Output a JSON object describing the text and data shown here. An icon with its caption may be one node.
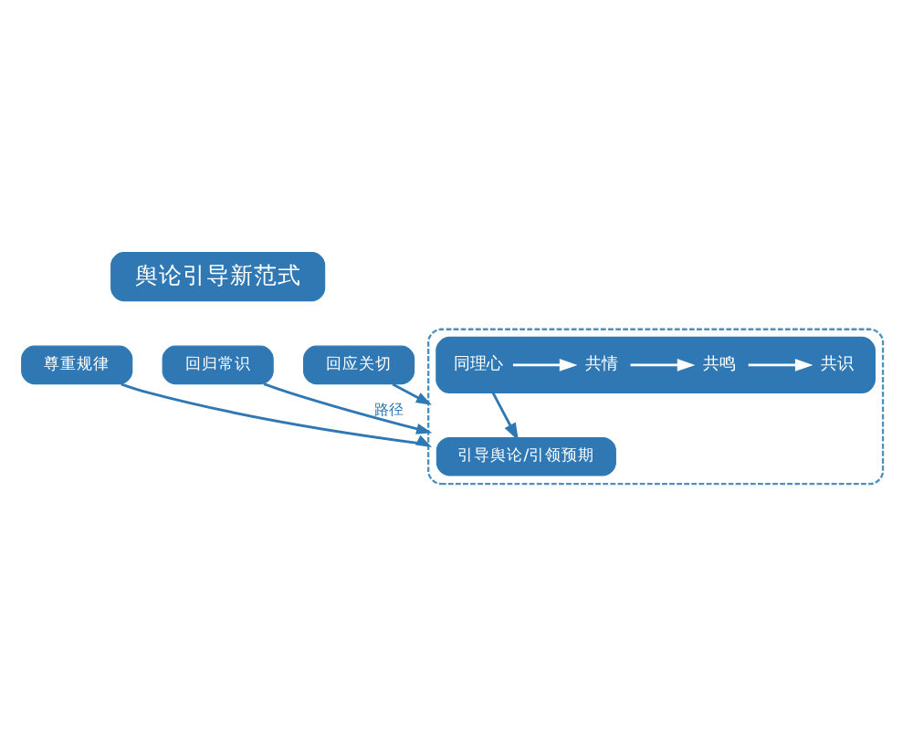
{
  "diagram": {
    "nodes": [
      {
        "text": [
          "舆论引导新范式"
        ]
      },
      {
        "text": [
          "尊重规律"
        ]
      },
      {
        "text": [
          "回归常识"
        ]
      },
      {
        "text": [
          "回应关切"
        ]
      },
      {
        "text": [],
        "shape": "box"
      },
      {
        "text": [],
        "shape": "bar",
        "in": 4
      },
      {
        "text": [
          "同理心"
        ],
        "in": 5
      },
      {
        "text": [
          "共情"
        ],
        "in": 5
      },
      {
        "text": [
          "共鸣"
        ],
        "in": 5
      },
      {
        "text": [
          "共识"
        ],
        "in": 5
      },
      {
        "text": [
          "引导舆论/引领预期"
        ],
        "in": 4
      }
    ],
    "edges": [
      {
        "from": 1,
        "to": 4,
        "arrow": "to"
      },
      {
        "from": 2,
        "to": 4,
        "arrow": "to",
        "label": "路径"
      },
      {
        "from": 3,
        "to": 4,
        "arrow": "to"
      },
      {
        "from": 6,
        "to": 7,
        "arrow": "to",
        "color": "#ffffff"
      },
      {
        "from": 7,
        "to": 8,
        "arrow": "to",
        "color": "#ffffff"
      },
      {
        "from": 8,
        "to": 9,
        "arrow": "to",
        "color": "#ffffff"
      },
      {
        "from": 5,
        "to": 10,
        "arrow": "to"
      }
    ]
  }
}
